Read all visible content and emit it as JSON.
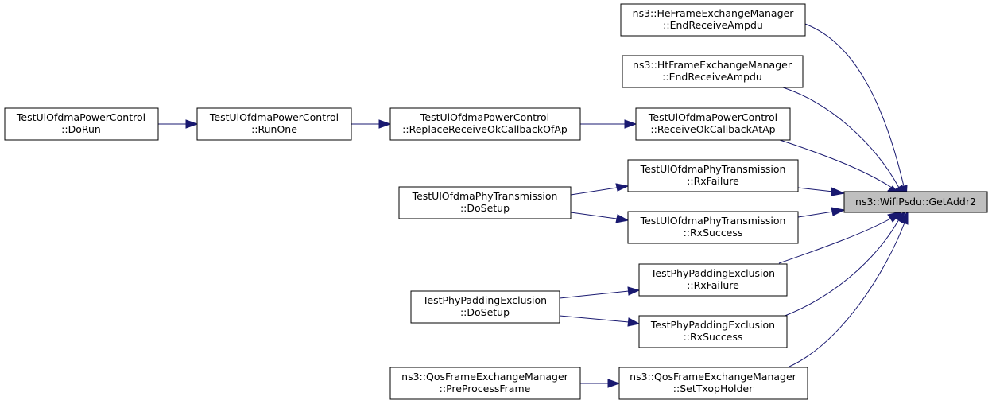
{
  "colors": {
    "edge": "#191970",
    "node_fill": "#ffffff",
    "target_fill": "#bfbfbf",
    "node_border": "#000000"
  },
  "nodes": {
    "getaddr2": {
      "line1": "ns3::WifiPsdu::GetAddr2",
      "line2": ""
    },
    "he_end_receive_ampdu": {
      "line1": "ns3::HeFrameExchangeManager",
      "line2": "::EndReceiveAmpdu"
    },
    "ht_end_receive_ampdu": {
      "line1": "ns3::HtFrameExchangeManager",
      "line2": "::EndReceiveAmpdu"
    },
    "power_receive_ok_callback_at_ap": {
      "line1": "TestUlOfdmaPowerControl",
      "line2": "::ReceiveOkCallbackAtAp"
    },
    "phy_tx_rx_failure": {
      "line1": "TestUlOfdmaPhyTransmission",
      "line2": "::RxFailure"
    },
    "phy_tx_rx_success": {
      "line1": "TestUlOfdmaPhyTransmission",
      "line2": "::RxSuccess"
    },
    "padding_rx_failure": {
      "line1": "TestPhyPaddingExclusion",
      "line2": "::RxFailure"
    },
    "padding_rx_success": {
      "line1": "TestPhyPaddingExclusion",
      "line2": "::RxSuccess"
    },
    "qos_set_txop_holder": {
      "line1": "ns3::QosFrameExchangeManager",
      "line2": "::SetTxopHolder"
    },
    "power_replace_receive_ok": {
      "line1": "TestUlOfdmaPowerControl",
      "line2": "::ReplaceReceiveOkCallbackOfAp"
    },
    "phy_tx_do_setup": {
      "line1": "TestUlOfdmaPhyTransmission",
      "line2": "::DoSetup"
    },
    "padding_do_setup": {
      "line1": "TestPhyPaddingExclusion",
      "line2": "::DoSetup"
    },
    "qos_pre_process_frame": {
      "line1": "ns3::QosFrameExchangeManager",
      "line2": "::PreProcessFrame"
    },
    "power_run_one": {
      "line1": "TestUlOfdmaPowerControl",
      "line2": "::RunOne"
    },
    "power_do_run": {
      "line1": "TestUlOfdmaPowerControl",
      "line2": "::DoRun"
    }
  }
}
